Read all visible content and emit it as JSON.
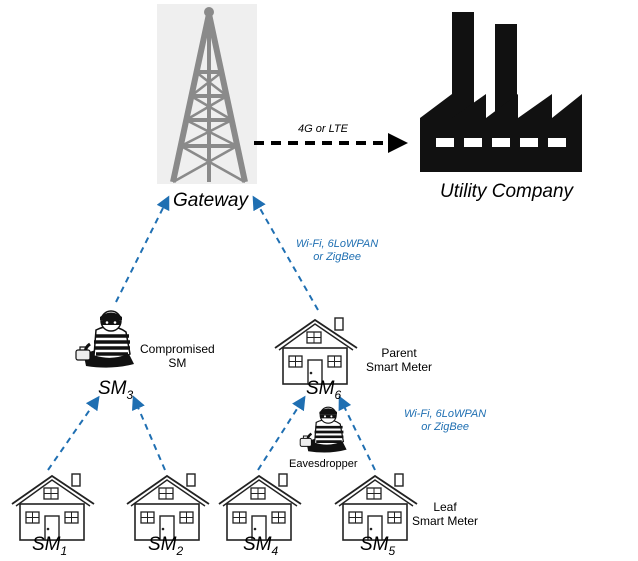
{
  "nodes": {
    "gateway": "Gateway",
    "utility": "Utility Company",
    "sm1": {
      "base": "SM",
      "sub": "1"
    },
    "sm2": {
      "base": "SM",
      "sub": "2"
    },
    "sm3": {
      "base": "SM",
      "sub": "3"
    },
    "sm4": {
      "base": "SM",
      "sub": "4"
    },
    "sm5": {
      "base": "SM",
      "sub": "5"
    },
    "sm6": {
      "base": "SM",
      "sub": "6"
    }
  },
  "links": {
    "backhaul": "4G or LTE",
    "upper_tech": [
      "Wi-Fi, 6LoWPAN",
      "or ZigBee"
    ],
    "lower_tech": [
      "Wi-Fi, 6LoWPAN",
      "or ZigBee"
    ]
  },
  "annotations": {
    "compromised": [
      "Compromised",
      "SM"
    ],
    "parent": [
      "Parent",
      "Smart Meter"
    ],
    "eavesdropper": "Eavesdropper",
    "leaf": [
      "Leaf",
      "Smart Meter"
    ]
  },
  "colors": {
    "link_blue": "#1f6fb2",
    "tower_gray": "#8a8a8a",
    "factory": "#111111",
    "backhaul_arrow": "#000000"
  },
  "icons": {
    "tower": "cell-tower-icon",
    "factory": "factory-icon",
    "house": "house-icon",
    "thief": "burglar-icon"
  }
}
